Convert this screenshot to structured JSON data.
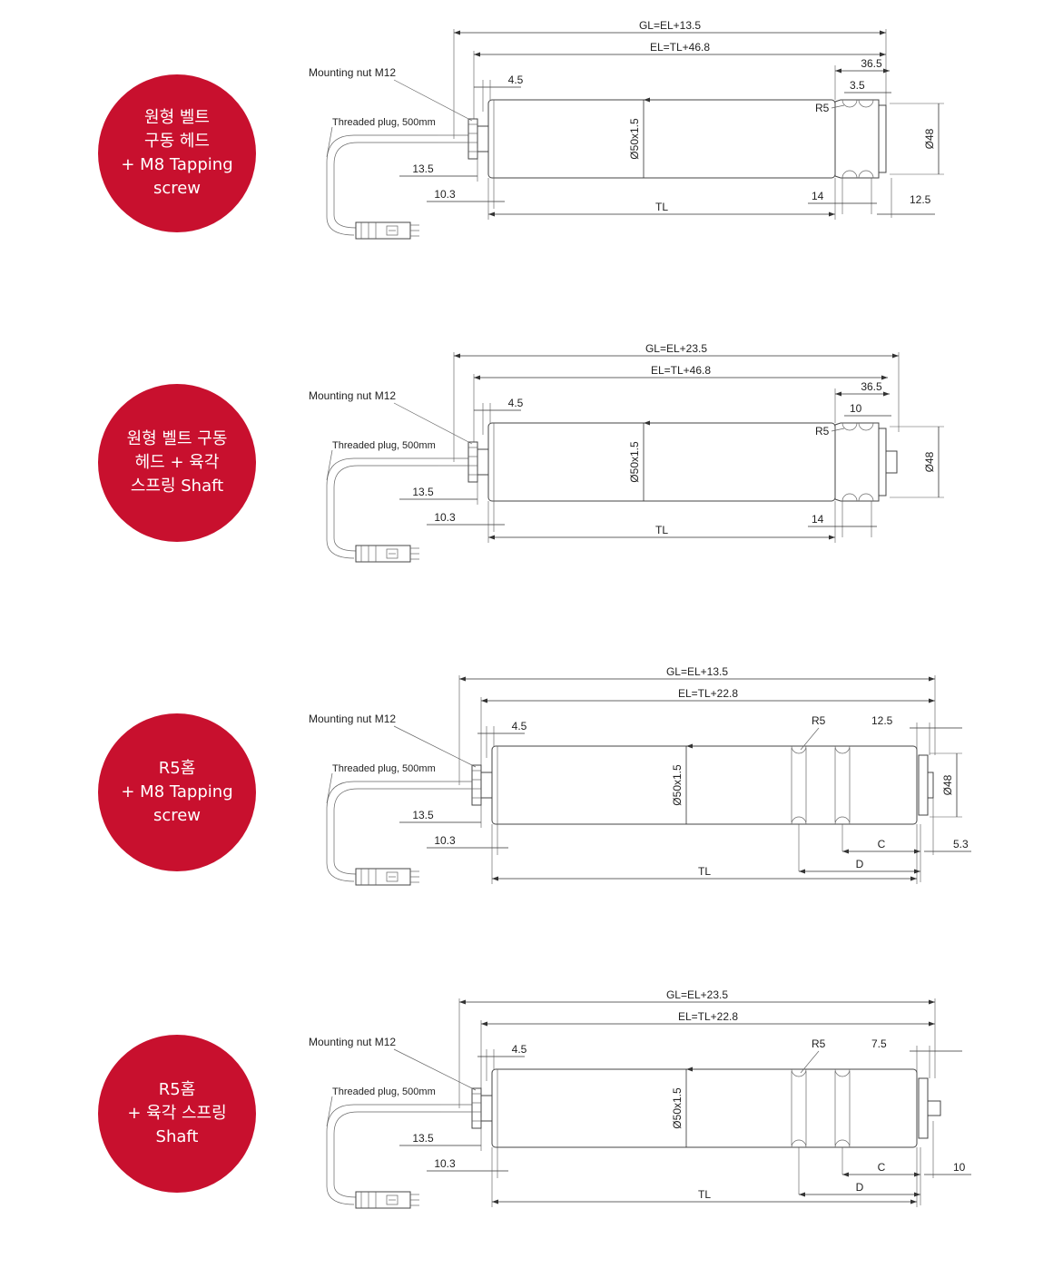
{
  "colors": {
    "badge": "#c8102e",
    "line": "#333333"
  },
  "drawings": [
    {
      "badge": [
        "원형 벨트",
        "구동 헤드",
        "+ M8 Tapping",
        "screw"
      ],
      "end": "groove",
      "labels": {
        "gl": "GL=EL+13.5",
        "el": "EL=TL+46.8",
        "nut": "Mounting nut M12",
        "plug": "Threaded plug, 500mm",
        "d45": "4.5",
        "d135": "13.5",
        "d103": "10.3",
        "dia": "Ø50x1.5",
        "tl": "TL",
        "r5": "R5",
        "a": "36.5",
        "b": "3.5",
        "c": "14",
        "e": "12.5",
        "d48": "Ø48"
      }
    },
    {
      "badge": [
        "원형 벨트 구동",
        "헤드 + 육각",
        "스프링 Shaft"
      ],
      "end": "groove-shaft",
      "labels": {
        "gl": "GL=EL+23.5",
        "el": "EL=TL+46.8",
        "nut": "Mounting nut M12",
        "plug": "Threaded plug, 500mm",
        "d45": "4.5",
        "d135": "13.5",
        "d103": "10.3",
        "dia": "Ø50x1.5",
        "tl": "TL",
        "r5": "R5",
        "a": "36.5",
        "b": "10",
        "c": "14",
        "e": "",
        "d48": "Ø48"
      }
    },
    {
      "badge": [
        "R5홈",
        "+ M8 Tapping",
        "screw"
      ],
      "end": "r5",
      "labels": {
        "gl": "GL=EL+13.5",
        "el": "EL=TL+22.8",
        "nut": "Mounting nut M12",
        "plug": "Threaded plug, 500mm",
        "d45": "4.5",
        "d135": "13.5",
        "d103": "10.3",
        "dia": "Ø50x1.5",
        "tl": "TL",
        "r5": "R5",
        "a": "12.5",
        "b": "",
        "c": "C",
        "d": "D",
        "e": "5.3",
        "d48": "Ø48"
      }
    },
    {
      "badge": [
        "R5홈",
        "+ 육각 스프링",
        "Shaft"
      ],
      "end": "r5-shaft",
      "labels": {
        "gl": "GL=EL+23.5",
        "el": "EL=TL+22.8",
        "nut": "Mounting nut M12",
        "plug": "Threaded plug, 500mm",
        "d45": "4.5",
        "d135": "13.5",
        "d103": "10.3",
        "dia": "Ø50x1.5",
        "tl": "TL",
        "r5": "R5",
        "a": "7.5",
        "b": "",
        "c": "C",
        "d": "D",
        "e": "10",
        "d48": ""
      }
    }
  ]
}
